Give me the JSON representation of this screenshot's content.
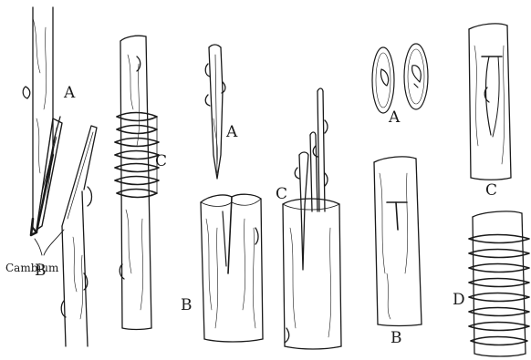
{
  "figures": {
    "whip_graft": {
      "scion_label": "A",
      "stock_label": "B",
      "tie_label": "C",
      "cambium_label": "Cambium"
    },
    "cleft_graft": {
      "scion_label": "A",
      "stock_label": "B",
      "inserted_label": "C"
    },
    "budding": {
      "bud_label": "A",
      "stock_label": "B",
      "inserted_label": "C",
      "wrapped_label": "D"
    }
  }
}
